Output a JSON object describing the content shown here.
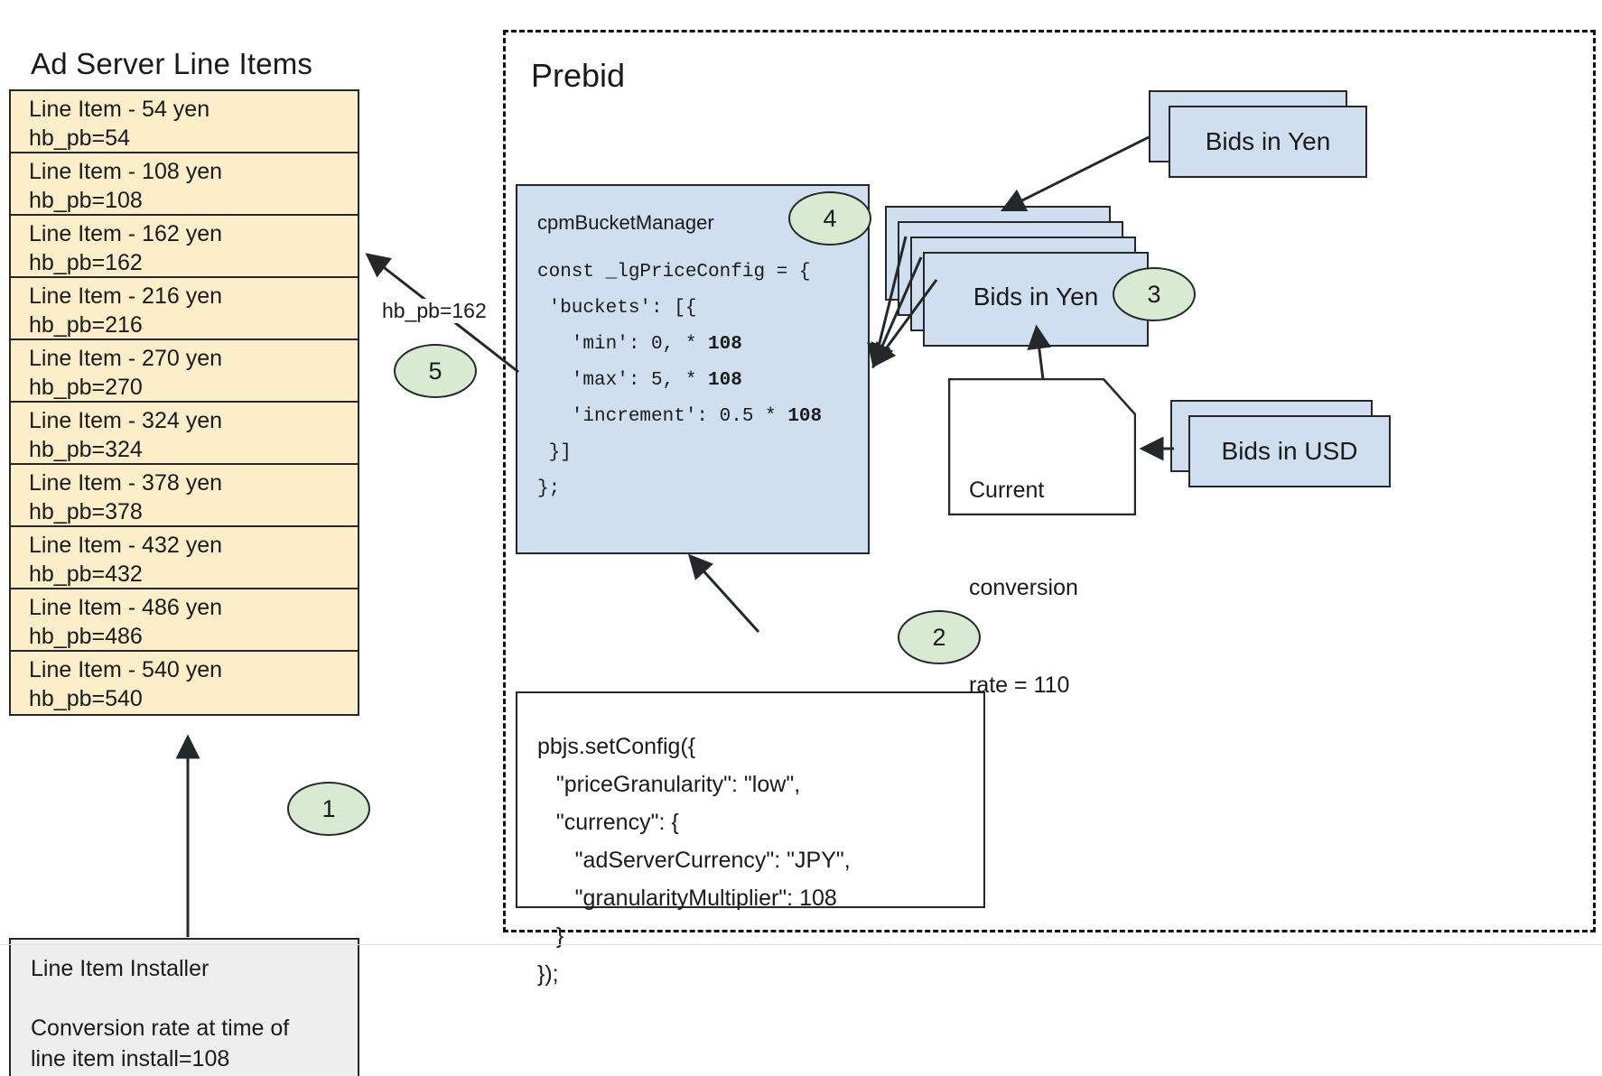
{
  "left_panel": {
    "title": "Ad Server Line Items",
    "line_items": [
      {
        "name": "Line Item - 54 yen",
        "key": "hb_pb=54"
      },
      {
        "name": "Line Item - 108 yen",
        "key": "hb_pb=108"
      },
      {
        "name": "Line Item - 162 yen",
        "key": "hb_pb=162"
      },
      {
        "name": "Line Item - 216 yen",
        "key": "hb_pb=216"
      },
      {
        "name": "Line Item - 270 yen",
        "key": "hb_pb=270"
      },
      {
        "name": "Line Item - 324 yen",
        "key": "hb_pb=324"
      },
      {
        "name": "Line Item - 378 yen",
        "key": "hb_pb=378"
      },
      {
        "name": "Line Item - 432 yen",
        "key": "hb_pb=432"
      },
      {
        "name": "Line Item - 486 yen",
        "key": "hb_pb=486"
      },
      {
        "name": "Line Item - 540 yen",
        "key": "hb_pb=540"
      }
    ],
    "installer": {
      "title": "Line Item Installer",
      "note_line1": "Conversion rate at time of",
      "note_line2": "line item install=108"
    }
  },
  "prebid": {
    "title": "Prebid",
    "cpm_bucket_manager": {
      "title": "cpmBucketManager",
      "code_lines": [
        "const _lgPriceConfig = {",
        " 'buckets': [{",
        "   'min': 0, * 108",
        "   'max': 5, * 108",
        "   'increment': 0.5 * 108",
        " }]",
        "};"
      ]
    },
    "set_config": {
      "code_lines": [
        "pbjs.setConfig({",
        "   \"priceGranularity\": \"low\",",
        "   \"currency\": {",
        "      \"adServerCurrency\": \"JPY\",",
        "      \"granularityMultiplier\": 108",
        "   }",
        "});"
      ]
    },
    "bids_yen_incoming_label": "Bids in Yen",
    "bids_yen_converted_label": "Bids in Yen",
    "bids_usd_label": "Bids in USD",
    "conversion_note": {
      "line1": "Current",
      "line2": "conversion",
      "line3": "rate = 110"
    }
  },
  "edges": {
    "hb_pb_label": "hb_pb=162"
  },
  "badges": {
    "step1": "1",
    "step2": "2",
    "step3": "3",
    "step4": "4",
    "step5": "5"
  },
  "colors": {
    "line_item_fill": "#fdeeca",
    "bid_card_fill": "#cfdfef",
    "badge_fill": "#d9ead3",
    "installer_fill": "#eeeeee",
    "stroke": "#25282b"
  }
}
